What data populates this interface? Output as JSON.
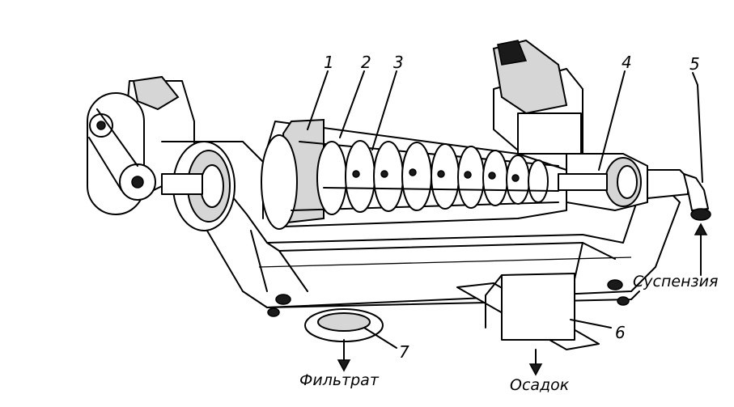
{
  "callouts": {
    "c1": "1",
    "c2": "2",
    "c3": "3",
    "c4": "4",
    "c5": "5",
    "c6": "6",
    "c7": "7"
  },
  "flows": {
    "suspension": "Суспензия",
    "filtrate": "Фильтрат",
    "sediment": "Осадок"
  }
}
